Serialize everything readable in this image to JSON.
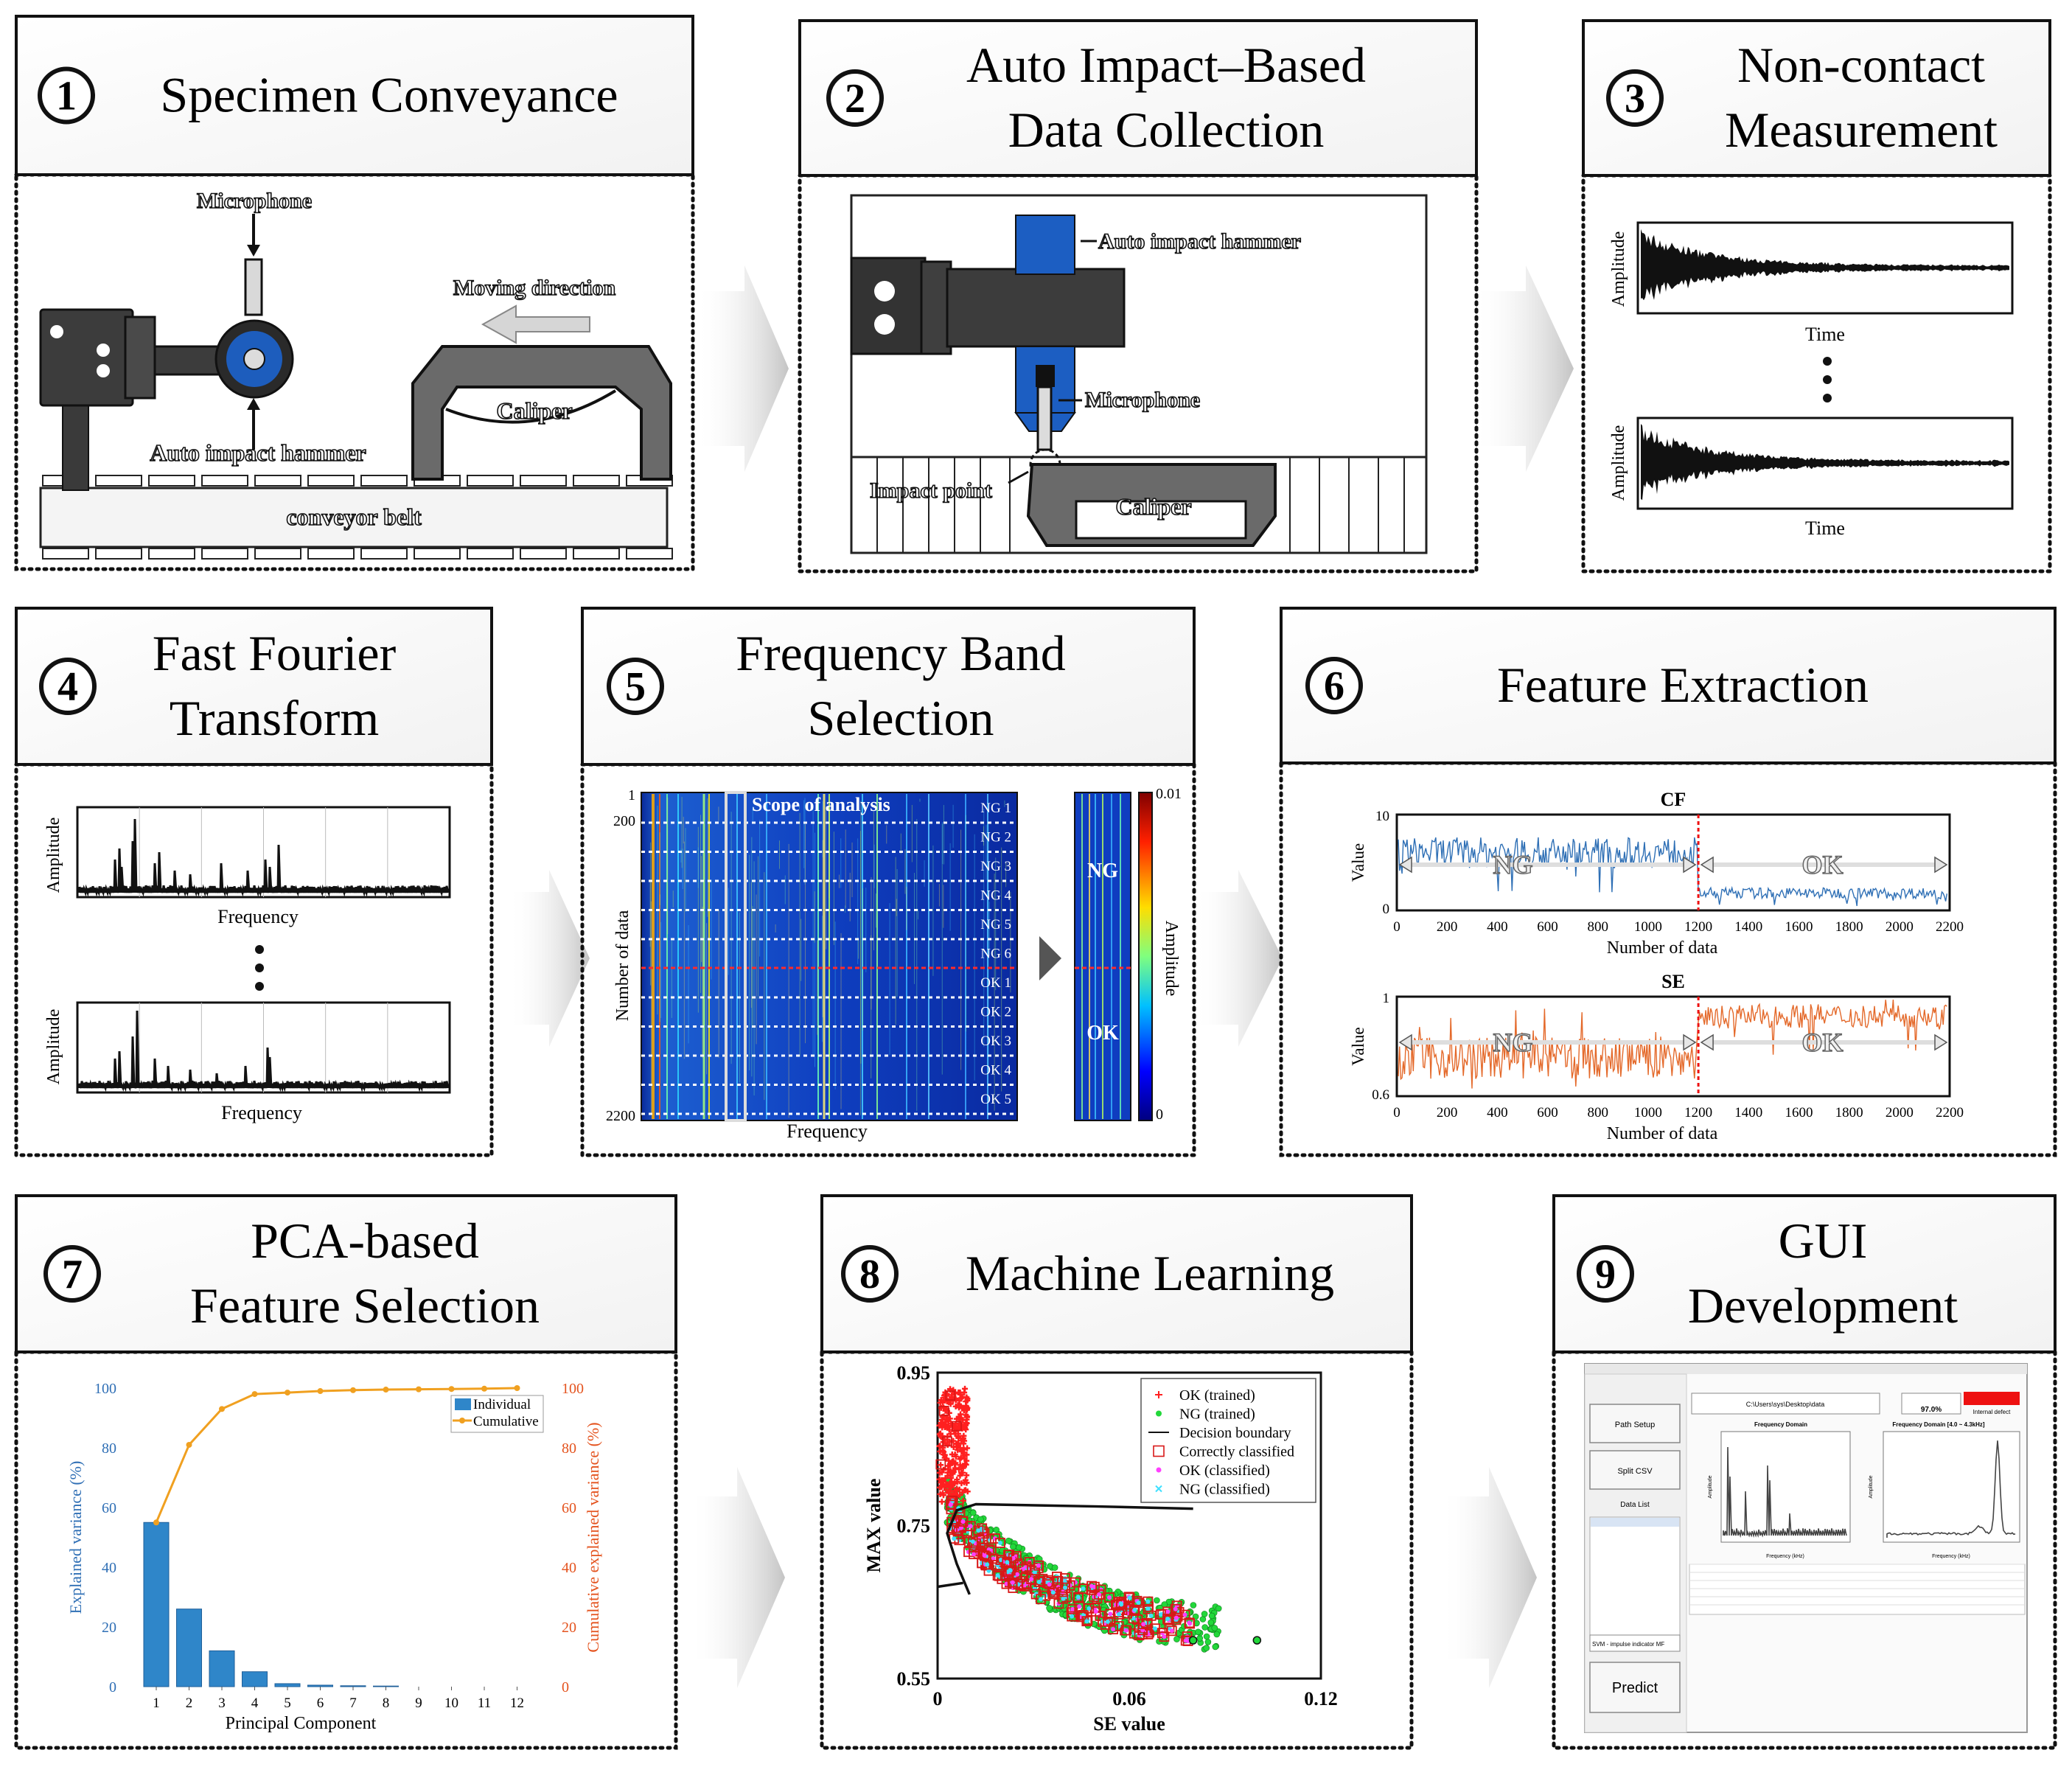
{
  "steps": [
    {
      "num": "1",
      "title_lines": [
        "Specimen Conveyance"
      ]
    },
    {
      "num": "2",
      "title_lines": [
        "Auto Impact–Based",
        "Data Collection"
      ]
    },
    {
      "num": "3",
      "title_lines": [
        "Non-contact",
        "Measurement"
      ]
    },
    {
      "num": "4",
      "title_lines": [
        "Fast Fourier",
        "Transform"
      ]
    },
    {
      "num": "5",
      "title_lines": [
        "Frequency Band",
        "Selection"
      ]
    },
    {
      "num": "6",
      "title_lines": [
        "Feature Extraction"
      ]
    },
    {
      "num": "7",
      "title_lines": [
        "PCA-based",
        "Feature Selection"
      ]
    },
    {
      "num": "8",
      "title_lines": [
        "Machine Learning"
      ]
    },
    {
      "num": "9",
      "title_lines": [
        "GUI",
        "Development"
      ]
    }
  ],
  "panel1": {
    "microphone": "Microphone",
    "moving_direction": "Moving direction",
    "caliper": "Caliper",
    "auto_impact_hammer": "Auto impact hammer",
    "conveyor_belt": "conveyor belt"
  },
  "panel2": {
    "auto_impact_hammer": "Auto impact hammer",
    "microphone": "Microphone",
    "impact_point": "Impact point",
    "caliper": "Caliper"
  },
  "panel3": {
    "ylabel": "Amplitude",
    "xlabel": "Time"
  },
  "panel4": {
    "ylabel": "Amplitude",
    "xlabel": "Frequency"
  },
  "panel5": {
    "scope_label": "Scope of analysis",
    "ylabel": "Number of data",
    "xlabel": "Frequency",
    "y_ticks": [
      "1",
      "200",
      "2200"
    ],
    "group_labels": [
      "NG 1",
      "NG 2",
      "NG 3",
      "NG 4",
      "NG 5",
      "NG 6",
      "OK 1",
      "OK 2",
      "OK 3",
      "OK 4",
      "OK 5"
    ],
    "strip_labels": [
      "NG",
      "OK"
    ],
    "colorbar_label": "Amplitude",
    "colorbar_max": "0.01",
    "colorbar_min": "0"
  },
  "panel6": {
    "ylabel": "Value",
    "xlabel": "Number of data",
    "x_ticks": [
      "0",
      "200",
      "400",
      "600",
      "800",
      "1000",
      "1200",
      "1400",
      "1600",
      "1800",
      "2000",
      "2200"
    ],
    "ng_label": "NG",
    "ok_label": "OK",
    "charts": [
      {
        "title": "CF",
        "y_top": "10",
        "y_bottom": "0",
        "color": "#2e6fb5"
      },
      {
        "title": "SE",
        "y_top": "1",
        "y_bottom": "0.6",
        "color": "#e4692a"
      }
    ]
  },
  "panel7": {
    "ylabel_left": "Explained variance (%)",
    "ylabel_right": "Cumulative explained variance (%)",
    "xlabel": "Principal Component",
    "legend": [
      "Individual",
      "Cumulative"
    ],
    "y_ticks": [
      "0",
      "20",
      "40",
      "60",
      "80",
      "100"
    ],
    "x_ticks": [
      "1",
      "2",
      "3",
      "4",
      "5",
      "6",
      "7",
      "8",
      "9",
      "10",
      "11",
      "12"
    ]
  },
  "panel8": {
    "ylabel": "MAX value",
    "xlabel": "SE value",
    "y_ticks": [
      "0.55",
      "0.75",
      "0.95"
    ],
    "x_ticks": [
      "0",
      "0.06",
      "0.12"
    ],
    "legend": [
      "OK (trained)",
      "NG (trained)",
      "Decision boundary",
      "Correctly classified",
      "OK (classified)",
      "NG (classified)"
    ]
  },
  "panel9": {
    "buttons": [
      "Path Setup",
      "Split CSV",
      "Data List",
      "Predict"
    ],
    "path_text": "C:\\Users\\sys\\Desktop\\data",
    "dropdown": "SVM - impulse indicator MF",
    "accuracy": "97.0%",
    "defect_label": "Internal defect",
    "chart_titles": [
      "Frequency Domain",
      "Frequency Domain [4.0 ~ 4.3kHz]"
    ],
    "chart_xlabel": "Frequency (kHz)",
    "chart_ylabel": "Amplitude"
  },
  "chart_data": [
    {
      "type": "bar",
      "xlabel": "Principal Component",
      "ylabel": "Explained variance (%)",
      "categories": [
        "1",
        "2",
        "3",
        "4",
        "5",
        "6",
        "7",
        "8",
        "9",
        "10",
        "11",
        "12"
      ],
      "ylim": [
        0,
        100
      ],
      "series": [
        {
          "name": "Individual",
          "values": [
            55,
            26,
            12,
            5,
            1,
            0.5,
            0.3,
            0.2,
            0,
            0,
            0,
            0
          ]
        },
        {
          "name": "Cumulative",
          "values": [
            55,
            81,
            93,
            98,
            98.5,
            99,
            99.3,
            99.5,
            99.6,
            99.7,
            99.8,
            100
          ]
        }
      ]
    },
    {
      "type": "scatter",
      "xlabel": "SE value",
      "ylabel": "MAX value",
      "xlim": [
        0,
        0.12
      ],
      "ylim": [
        0.55,
        0.95
      ]
    },
    {
      "type": "line",
      "title": "CF",
      "xlabel": "Number of data",
      "ylabel": "Value",
      "xlim": [
        0,
        2200
      ],
      "ylim": [
        0,
        10
      ]
    },
    {
      "type": "line",
      "title": "SE",
      "xlabel": "Number of data",
      "ylabel": "Value",
      "xlim": [
        0,
        2200
      ],
      "ylim": [
        0.6,
        1
      ]
    }
  ]
}
